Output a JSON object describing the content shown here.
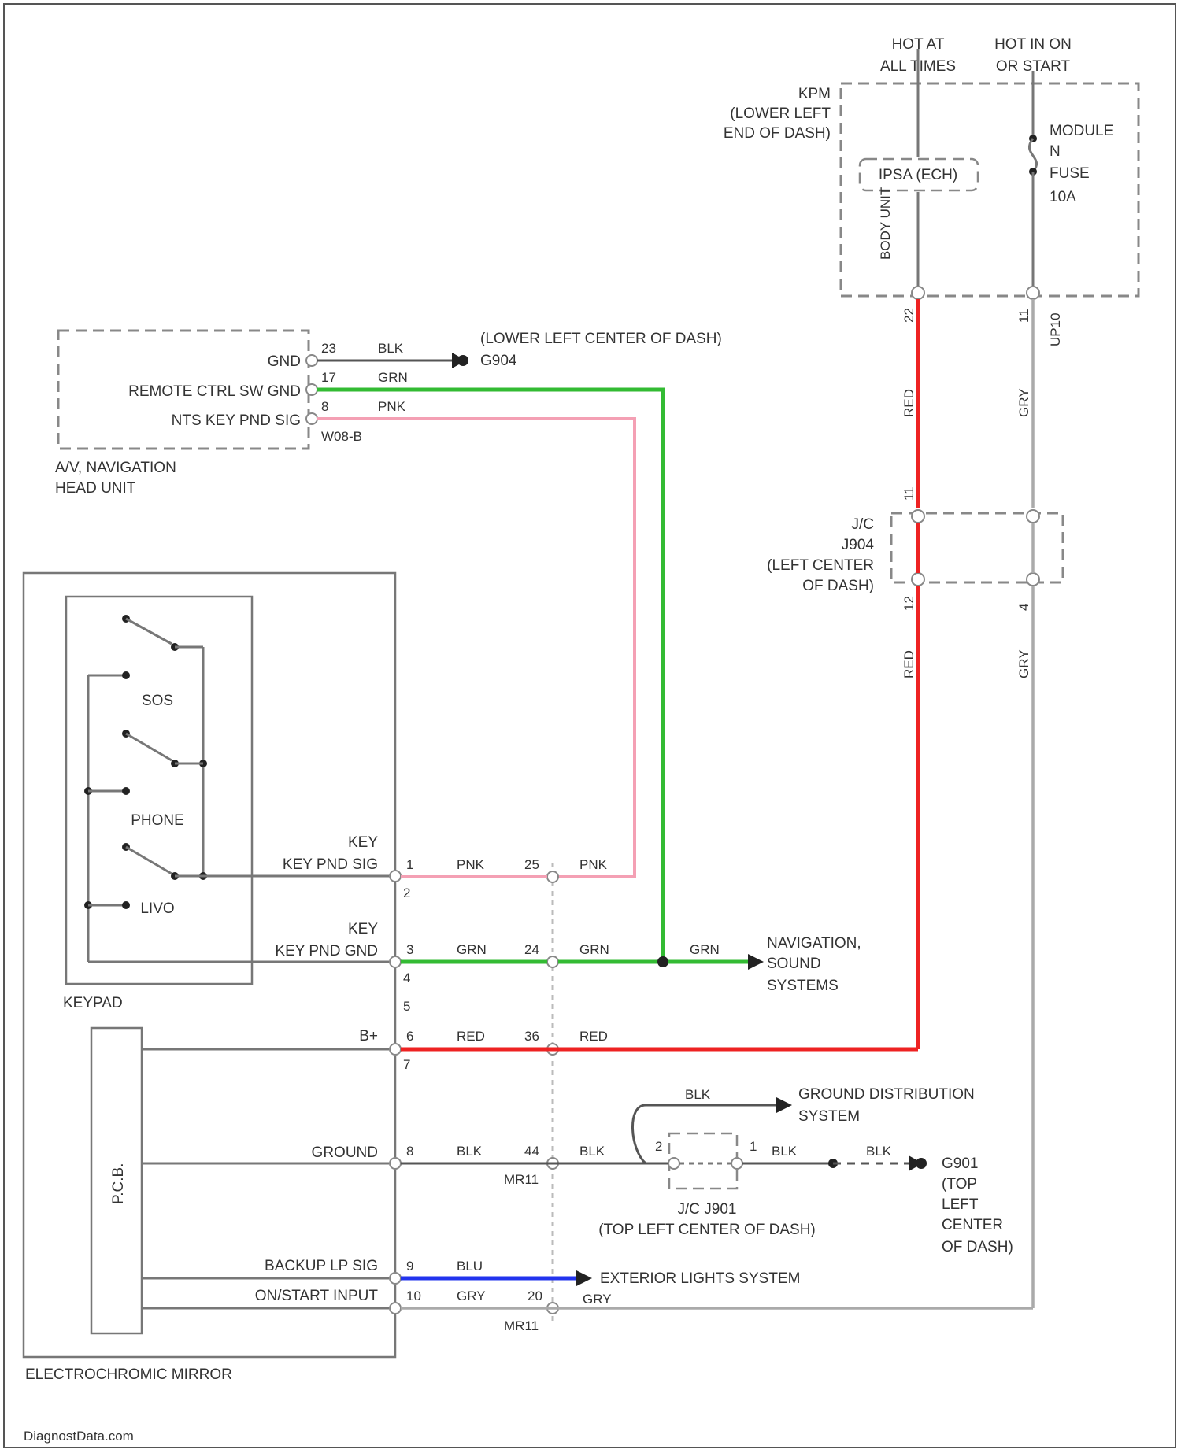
{
  "power": {
    "hot_at_all_times": [
      "HOT AT",
      "ALL TIMES"
    ],
    "hot_in_on_or_start": [
      "HOT IN ON",
      "OR START"
    ],
    "kpm_label": [
      "KPM",
      "(LOWER LEFT",
      "END OF DASH)"
    ],
    "ipsa_label": "IPSA (ECH)",
    "body_unit_label": "BODY UNIT",
    "fuse_label": [
      "MODULE",
      "N",
      "FUSE",
      "10A"
    ],
    "kpm_pin_red": "22",
    "kpm_pin_gry": "11",
    "kpm_conn_gry": "UP10"
  },
  "head_unit": {
    "name": [
      "A/V, NAVIGATION",
      "HEAD UNIT"
    ],
    "pins": [
      {
        "label": "GND",
        "pin": "23",
        "color": "BLK"
      },
      {
        "label": "REMOTE CTRL SW GND",
        "pin": "17",
        "color": "GRN"
      },
      {
        "label": "NTS KEY PND SIG",
        "pin": "8",
        "color": "PNK"
      }
    ],
    "connector": "W08-B",
    "ground_location": "(LOWER LEFT CENTER OF DASH)",
    "ground_id": "G904"
  },
  "jc_j904": {
    "label": [
      "J/C",
      "J904",
      "(LEFT CENTER",
      "OF DASH)"
    ],
    "pin_top_red": "11",
    "pin_bottom_red": "12",
    "pin_bottom_gry": "4",
    "wire_red": "RED",
    "wire_gry": "GRY"
  },
  "keypad": {
    "name": "KEYPAD",
    "buttons": [
      "SOS",
      "PHONE",
      "LIVO"
    ]
  },
  "mirror": {
    "name": "ELECTROCHROMIC MIRROR",
    "pcb": "P.C.B.",
    "pins": [
      {
        "label": "KEY PND SIG",
        "pin": "1",
        "color": "PNK",
        "mid_pin": "25",
        "color2": "PNK"
      },
      {
        "label": "KEY PND GND",
        "pin": "3",
        "color": "GRN",
        "mid_pin": "24",
        "color2": "GRN"
      },
      {
        "label": "B+",
        "pin": "6",
        "color": "RED",
        "mid_pin": "36",
        "color2": "RED"
      },
      {
        "label": "GROUND",
        "pin": "8",
        "color": "BLK",
        "mid_pin": "44",
        "color2": "BLK"
      },
      {
        "label": "BACKUP LP SIG",
        "pin": "9",
        "color": "BLU"
      },
      {
        "label": "ON/START INPUT",
        "pin": "10",
        "color": "GRY",
        "mid_pin": "20",
        "color2": "GRY"
      }
    ],
    "extra_pins": [
      "2",
      "4",
      "5",
      "7"
    ],
    "connector": "MR11"
  },
  "destinations": {
    "nav_sound": [
      "NAVIGATION,",
      "SOUND",
      "SYSTEMS"
    ],
    "nav_sound_wire": "GRN",
    "ground_dist": [
      "GROUND DISTRIBUTION",
      "SYSTEM"
    ],
    "ground_dist_wire": "BLK",
    "exterior_lights": "EXTERIOR LIGHTS SYSTEM",
    "gnd": [
      "G901",
      "(TOP",
      "LEFT",
      "CENTER",
      "OF DASH)"
    ],
    "jc_j901": [
      "J/C J901",
      "(TOP LEFT CENTER OF DASH)"
    ],
    "j901_pin_in": "2",
    "j901_pin_out": "1",
    "j901_wire_out": "BLK",
    "gnd_wire": "BLK"
  },
  "watermark": "DiagnostData.com"
}
